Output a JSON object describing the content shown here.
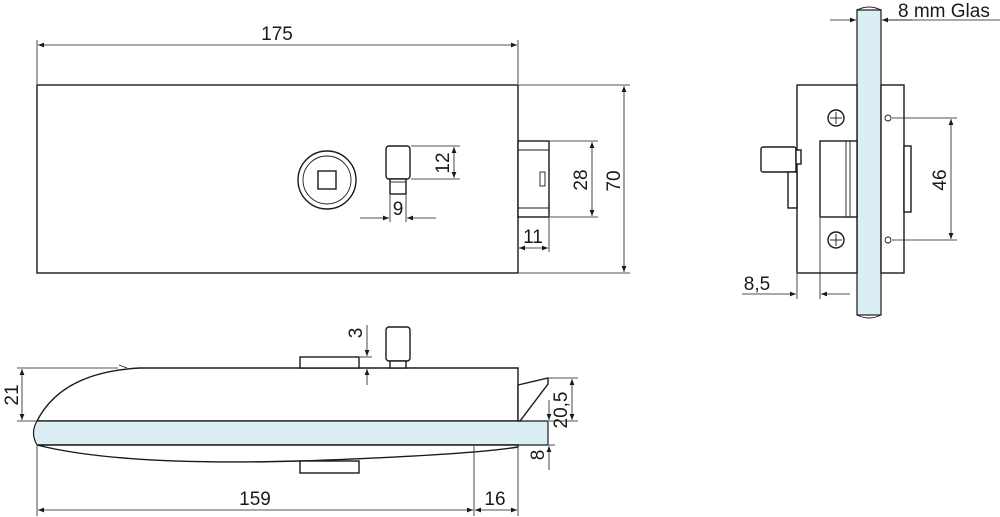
{
  "labels": {
    "front_width": "175",
    "front_height": "70",
    "latch_height": "28",
    "latch_depth": "11",
    "knob_height": "12",
    "knob_width": "9",
    "glass_note": "8 mm Glas",
    "hole_spacing": "46",
    "side_offset": "8,5",
    "top_knob": "3",
    "body_height": "21",
    "latch_side_height": "20,5",
    "glass_thickness": "8",
    "bottom_length": "159",
    "bottom_offset": "16"
  }
}
